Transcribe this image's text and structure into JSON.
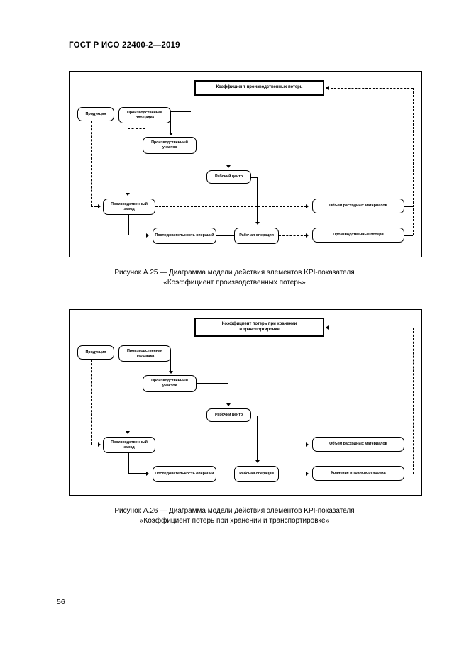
{
  "document": {
    "header": "ГОСТ Р ИСО 22400-2—2019",
    "page_number": "56"
  },
  "figures": [
    {
      "id": "figure-a25",
      "caption_line1": "Рисунок А.25 — Диаграмма модели действия элементов KPI-показателя",
      "caption_line2": "«Коэффициент производственных потерь»",
      "kpi_title": "Коэффициент производственных потерь",
      "nodes": {
        "product": "Продукция",
        "production_site": "Производственная площадка",
        "production_area": "Производственный участок",
        "work_center": "Рабочий центр",
        "production_plant": "Производственный завод",
        "operation_sequence": "Последовательность операций",
        "work_operation": "Рабочая операция",
        "consumables_volume": "Объем расходных материалов",
        "metric_node": "Производственные потери"
      }
    },
    {
      "id": "figure-a26",
      "caption_line1": "Рисунок А.26 — Диаграмма модели действия элементов KPI-показателя",
      "caption_line2": "«Коэффициент потерь при хранении и транспортировке»",
      "kpi_title_line1": "Коэффициент потерь при хранении",
      "kpi_title_line2": "и транспортировке",
      "nodes": {
        "product": "Продукция",
        "production_site": "Производственная площадка",
        "production_area": "Производственный участок",
        "work_center": "Рабочий центр",
        "production_plant": "Производственный завод",
        "operation_sequence": "Последовательность операций",
        "work_operation": "Рабочая операция",
        "consumables_volume": "Объем расходных материалов",
        "metric_node": "Хранение и транспортировка"
      }
    }
  ]
}
